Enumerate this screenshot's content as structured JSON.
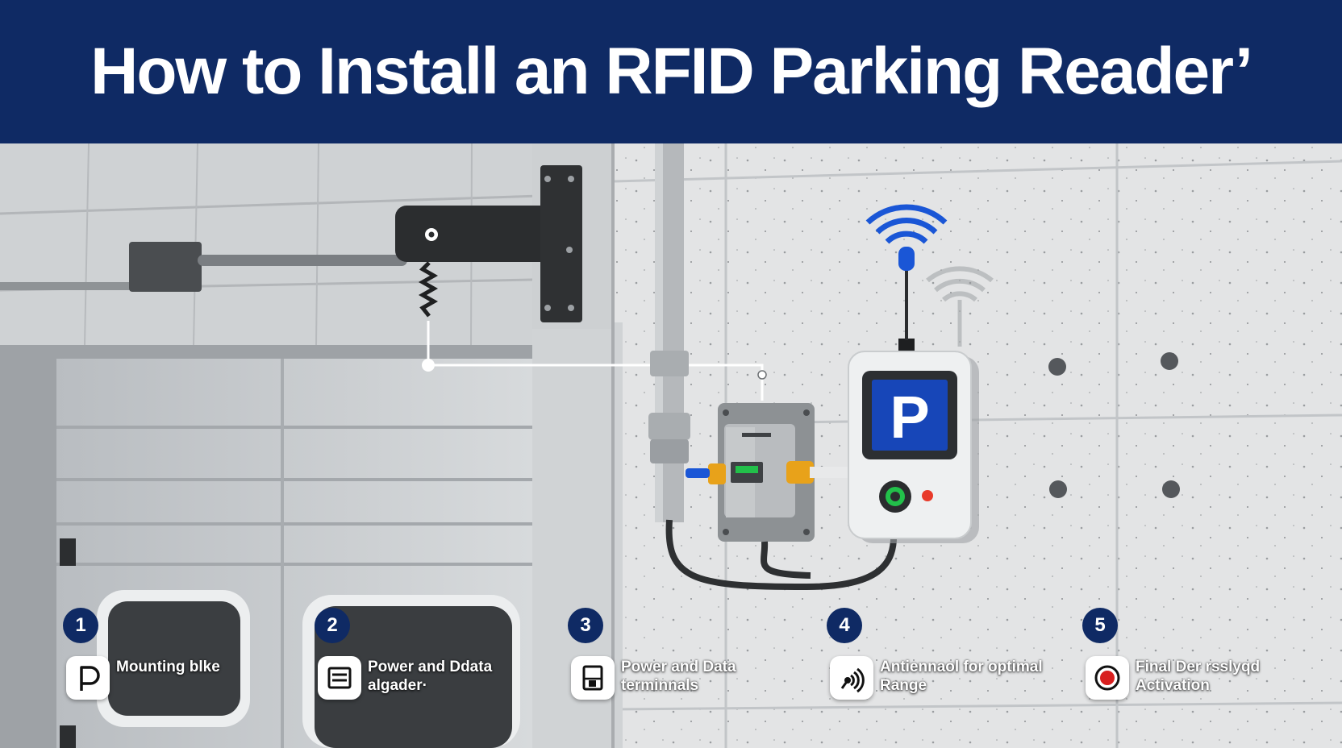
{
  "header": {
    "title": "How to Install an RFID Parking Reader’"
  },
  "reader": {
    "sign_letter": "P"
  },
  "steps": [
    {
      "number": "1",
      "label": "Mounting blke",
      "icon": "parking-p-icon"
    },
    {
      "number": "2",
      "label": "Power and Ddata algader·",
      "icon": "panel-lines-icon"
    },
    {
      "number": "3",
      "label": "Power and Data terminnals",
      "icon": "terminal-box-icon"
    },
    {
      "number": "4",
      "label": "Antiennaol for optimal Range",
      "icon": "antenna-waves-icon"
    },
    {
      "number": "5",
      "label": "Final Der rsslyqd Activation",
      "icon": "activation-dot-icon"
    }
  ],
  "colors": {
    "banner": "#0f2a64",
    "accent_blue": "#1a56d6",
    "sign_blue": "#1746b8",
    "led_green": "#22c04a",
    "led_red": "#e83a2a",
    "connector_yellow": "#e8a21a",
    "activation_red": "#d81e1e"
  }
}
